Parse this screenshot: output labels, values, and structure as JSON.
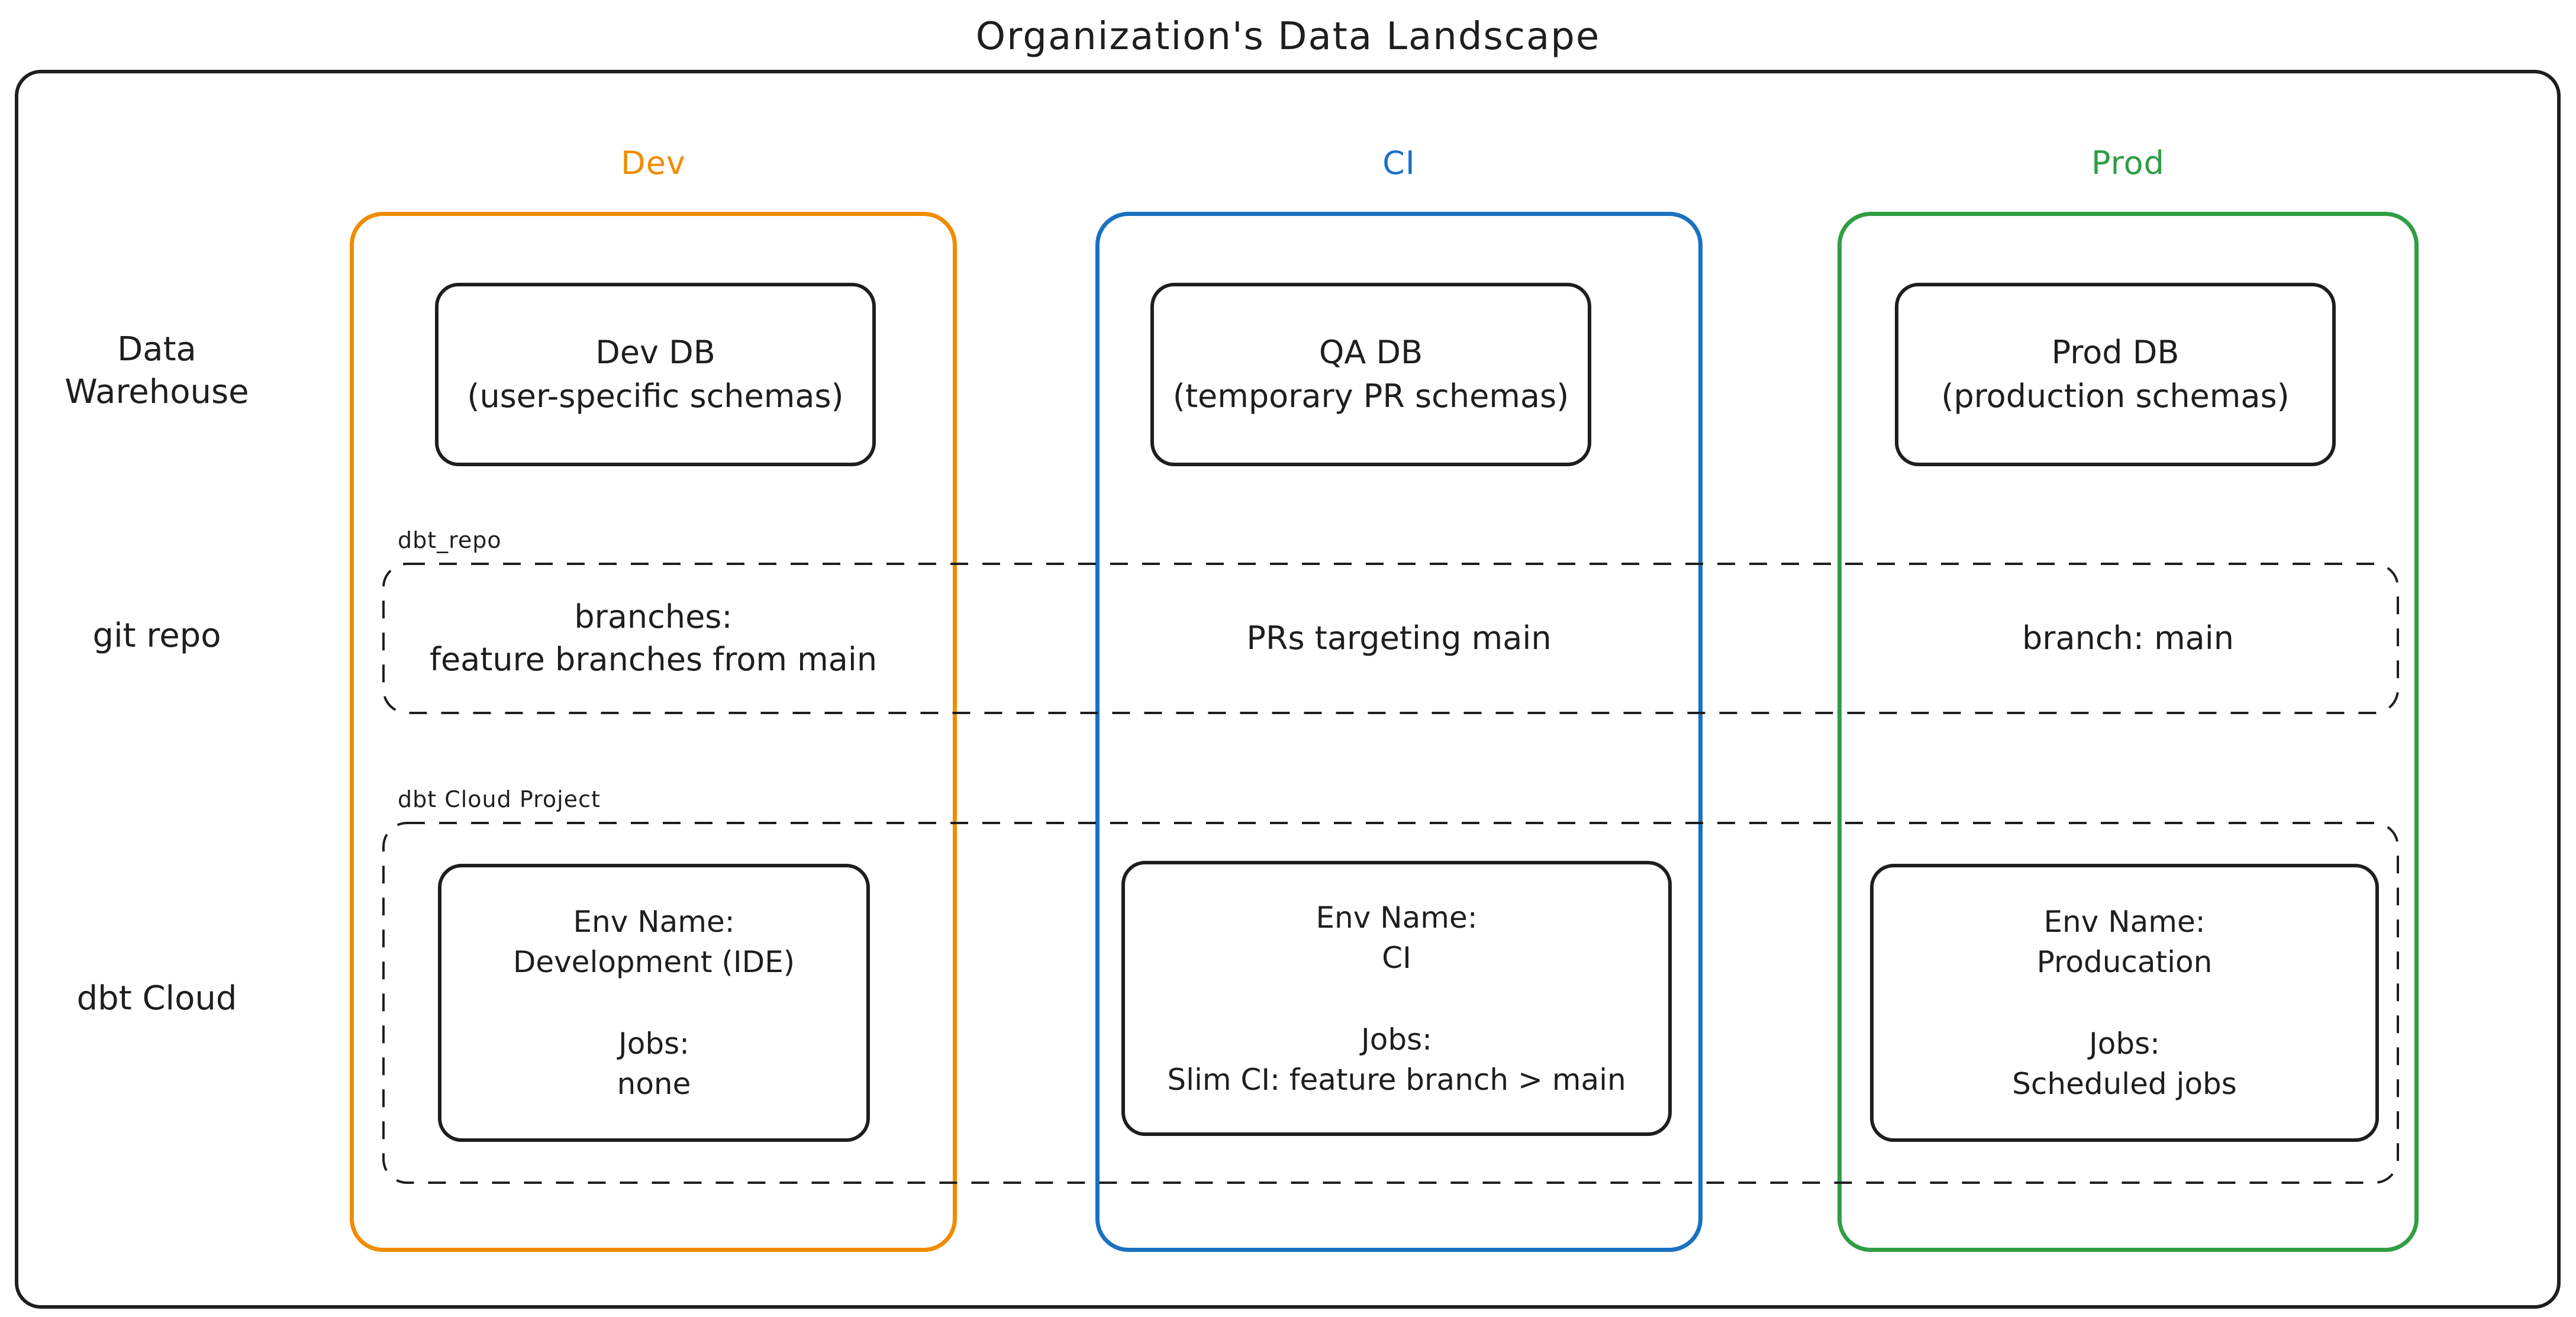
{
  "title": "Organization's Data Landscape",
  "colors": {
    "ink": "#1e1e1e",
    "background": "#ffffff"
  },
  "columns": {
    "dev": {
      "label": "Dev",
      "color": "#f08c00"
    },
    "ci": {
      "label": "CI",
      "color": "#1971c2"
    },
    "prod": {
      "label": "Prod",
      "color": "#2f9e44"
    }
  },
  "row_labels": {
    "warehouse_line1": "Data",
    "warehouse_line2": "Warehouse",
    "git": "git repo",
    "dbt": "dbt Cloud"
  },
  "warehouse": {
    "dev": {
      "line1": "Dev DB",
      "line2": "(user-specific schemas)"
    },
    "ci": {
      "line1": "QA DB",
      "line2": "(temporary PR schemas)"
    },
    "prod": {
      "line1": "Prod DB",
      "line2": "(production schemas)"
    }
  },
  "git": {
    "group_label": "dbt_repo",
    "dev": {
      "line1": "branches:",
      "line2": "feature branches from main"
    },
    "ci": {
      "line1": "PRs targeting main"
    },
    "prod": {
      "line1": "branch: main"
    }
  },
  "dbt": {
    "group_label": "dbt Cloud Project",
    "dev": {
      "env_label": "Env Name:",
      "env_value": "Development (IDE)",
      "jobs_label": "Jobs:",
      "jobs_value": "none"
    },
    "ci": {
      "env_label": "Env Name:",
      "env_value": "CI",
      "jobs_label": "Jobs:",
      "jobs_value": "Slim CI: feature branch > main"
    },
    "prod": {
      "env_label": "Env Name:",
      "env_value": "Producation",
      "jobs_label": "Jobs:",
      "jobs_value": "Scheduled jobs"
    }
  }
}
